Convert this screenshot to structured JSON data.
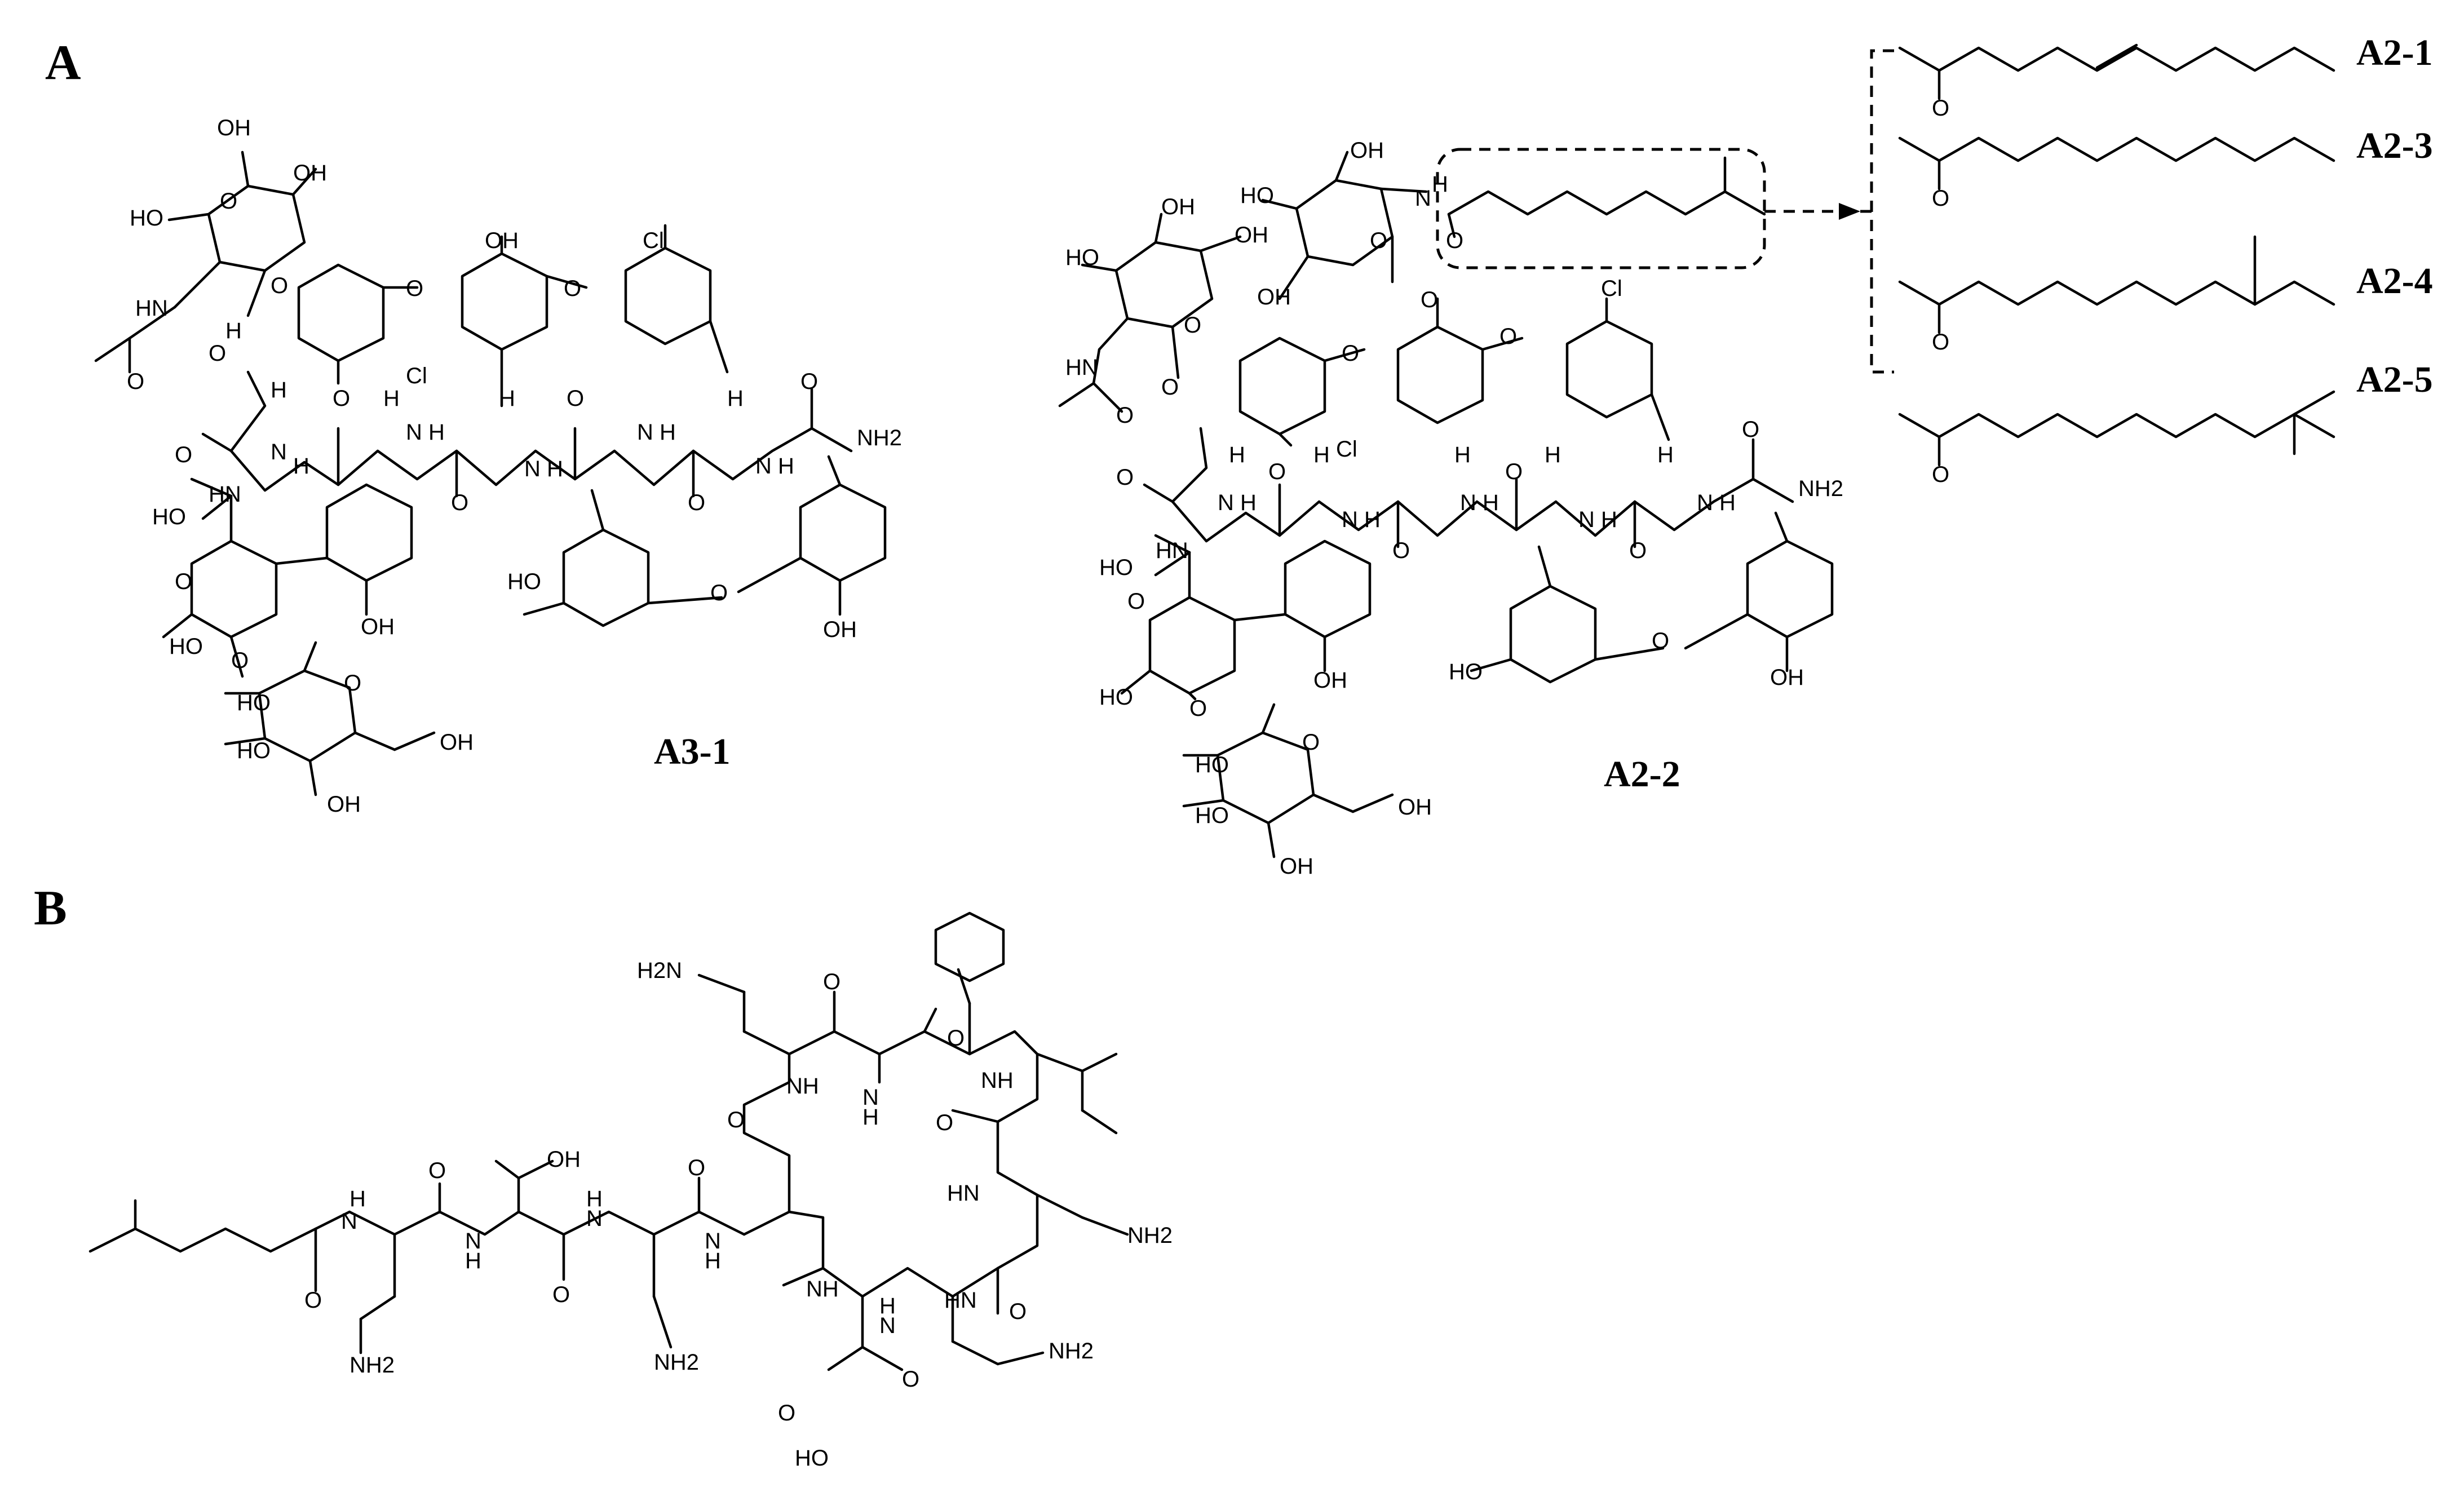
{
  "panels": {
    "a": "A",
    "b": "B"
  },
  "compounds": {
    "a3_1": "A3-1",
    "a2_2": "A2-2",
    "a2_1": "A2-1",
    "a2_3": "A2-3",
    "a2_4": "A2-4",
    "a2_5": "A2-5"
  },
  "atoms": {
    "oh": "OH",
    "ho": "HO",
    "o": "O",
    "cl": "Cl",
    "h": "H",
    "nh": "NH",
    "hn": "HN",
    "n": "N",
    "nh2": "NH2",
    "h2n": "H2N",
    "nh2_sub": "2",
    "h2n_sub": "2"
  }
}
